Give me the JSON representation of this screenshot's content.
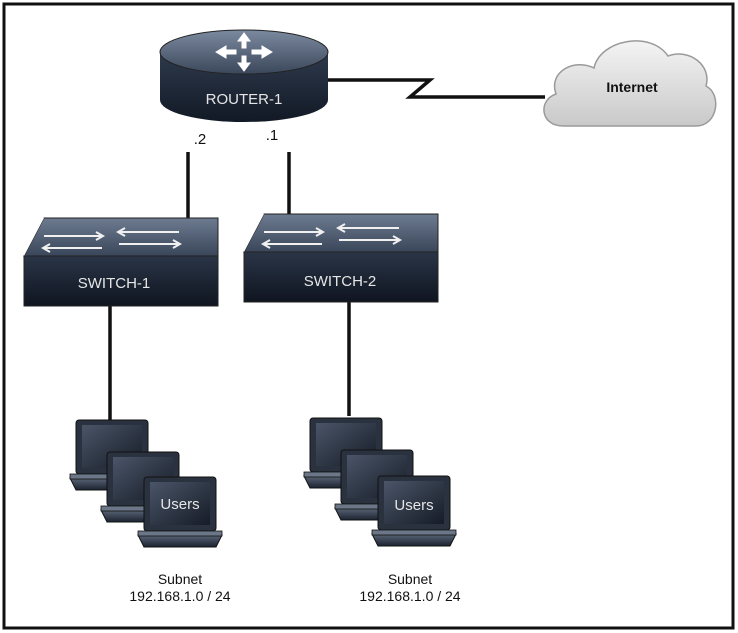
{
  "router": {
    "label": "ROUTER-1"
  },
  "interfaces": {
    "switch1_side": ".2",
    "switch2_side": ".1"
  },
  "cloud": {
    "label": "Internet"
  },
  "switches": [
    {
      "label": "SWITCH-1"
    },
    {
      "label": "SWITCH-2"
    }
  ],
  "user_groups": [
    {
      "label": "Users",
      "subnet_title": "Subnet",
      "subnet": "192.168.1.0 / 24"
    },
    {
      "label": "Users",
      "subnet_title": "Subnet",
      "subnet": "192.168.1.0 / 24"
    }
  ],
  "colors": {
    "device_dark": "#1b2433",
    "device_mid": "#3e4b5f",
    "device_light": "#6b7a90",
    "cloud": "#d9d9d9"
  },
  "icons": [
    "router-icon",
    "switch-icon",
    "cloud-icon",
    "laptop-icon"
  ]
}
